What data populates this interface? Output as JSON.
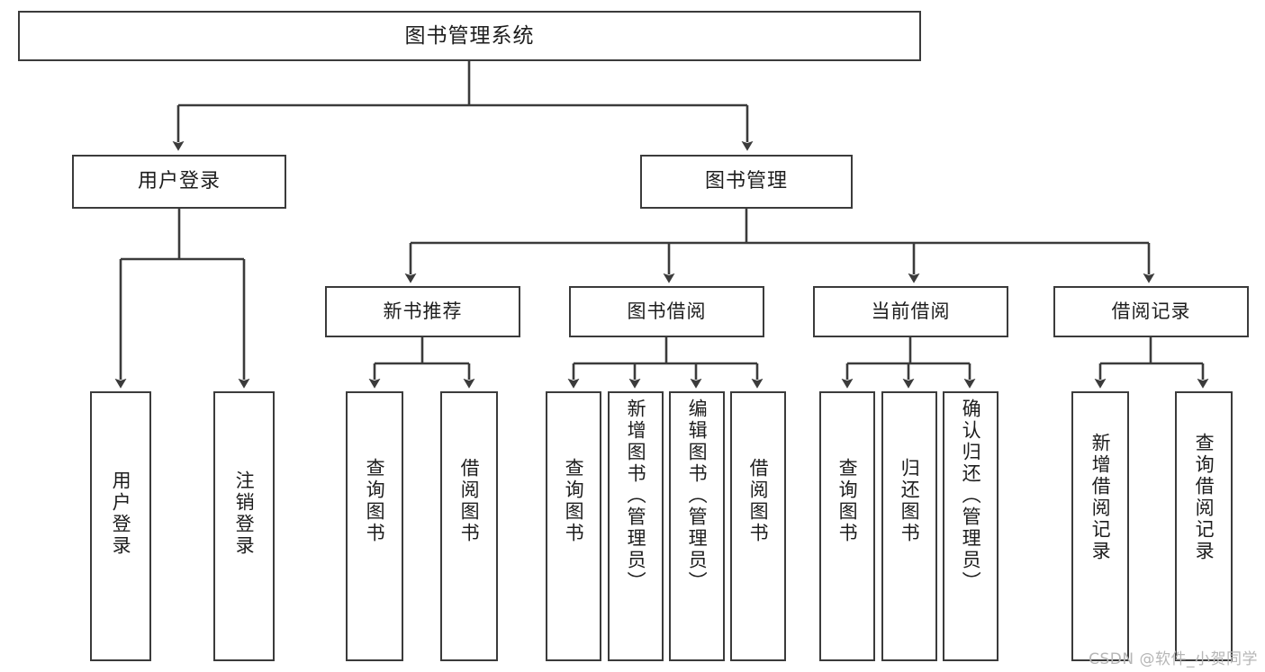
{
  "diagram": {
    "title": "图书管理系统",
    "type": "tree",
    "stroke_color": "#3b3b3b",
    "background_color": "#ffffff",
    "text_color": "#1d1d1d"
  },
  "nodes": {
    "root": {
      "label": "图书管理系统"
    },
    "level2": [
      {
        "id": "user-login",
        "label": "用户登录"
      },
      {
        "id": "book-manage",
        "label": "图书管理"
      }
    ],
    "level3": [
      {
        "id": "new-book-recommend",
        "label": "新书推荐"
      },
      {
        "id": "book-borrow",
        "label": "图书借阅"
      },
      {
        "id": "current-borrow",
        "label": "当前借阅"
      },
      {
        "id": "borrow-record",
        "label": "借阅记录"
      }
    ],
    "leaves": {
      "user-login": [
        {
          "id": "leaf-user-login",
          "label": "用户登录"
        },
        {
          "id": "leaf-logout-login",
          "label": "注销登录"
        }
      ],
      "new-book-recommend": [
        {
          "id": "leaf-query-book-1",
          "label": "查询图书"
        },
        {
          "id": "leaf-borrow-book-1",
          "label": "借阅图书"
        }
      ],
      "book-borrow": [
        {
          "id": "leaf-query-book-2",
          "label": "查询图书"
        },
        {
          "id": "leaf-add-book",
          "label": "新增图书（管理员）"
        },
        {
          "id": "leaf-edit-book",
          "label": "编辑图书（管理员）"
        },
        {
          "id": "leaf-borrow-book-2",
          "label": "借阅图书"
        }
      ],
      "current-borrow": [
        {
          "id": "leaf-query-book-3",
          "label": "查询图书"
        },
        {
          "id": "leaf-return-book",
          "label": "归还图书"
        },
        {
          "id": "leaf-confirm-return",
          "label": "确认归还（管理员）"
        }
      ],
      "borrow-record": [
        {
          "id": "leaf-add-record",
          "label": "新增借阅记录"
        },
        {
          "id": "leaf-query-record",
          "label": "查询借阅记录"
        }
      ]
    }
  },
  "watermark": {
    "text": "CSDN @软件_小贺同学"
  }
}
